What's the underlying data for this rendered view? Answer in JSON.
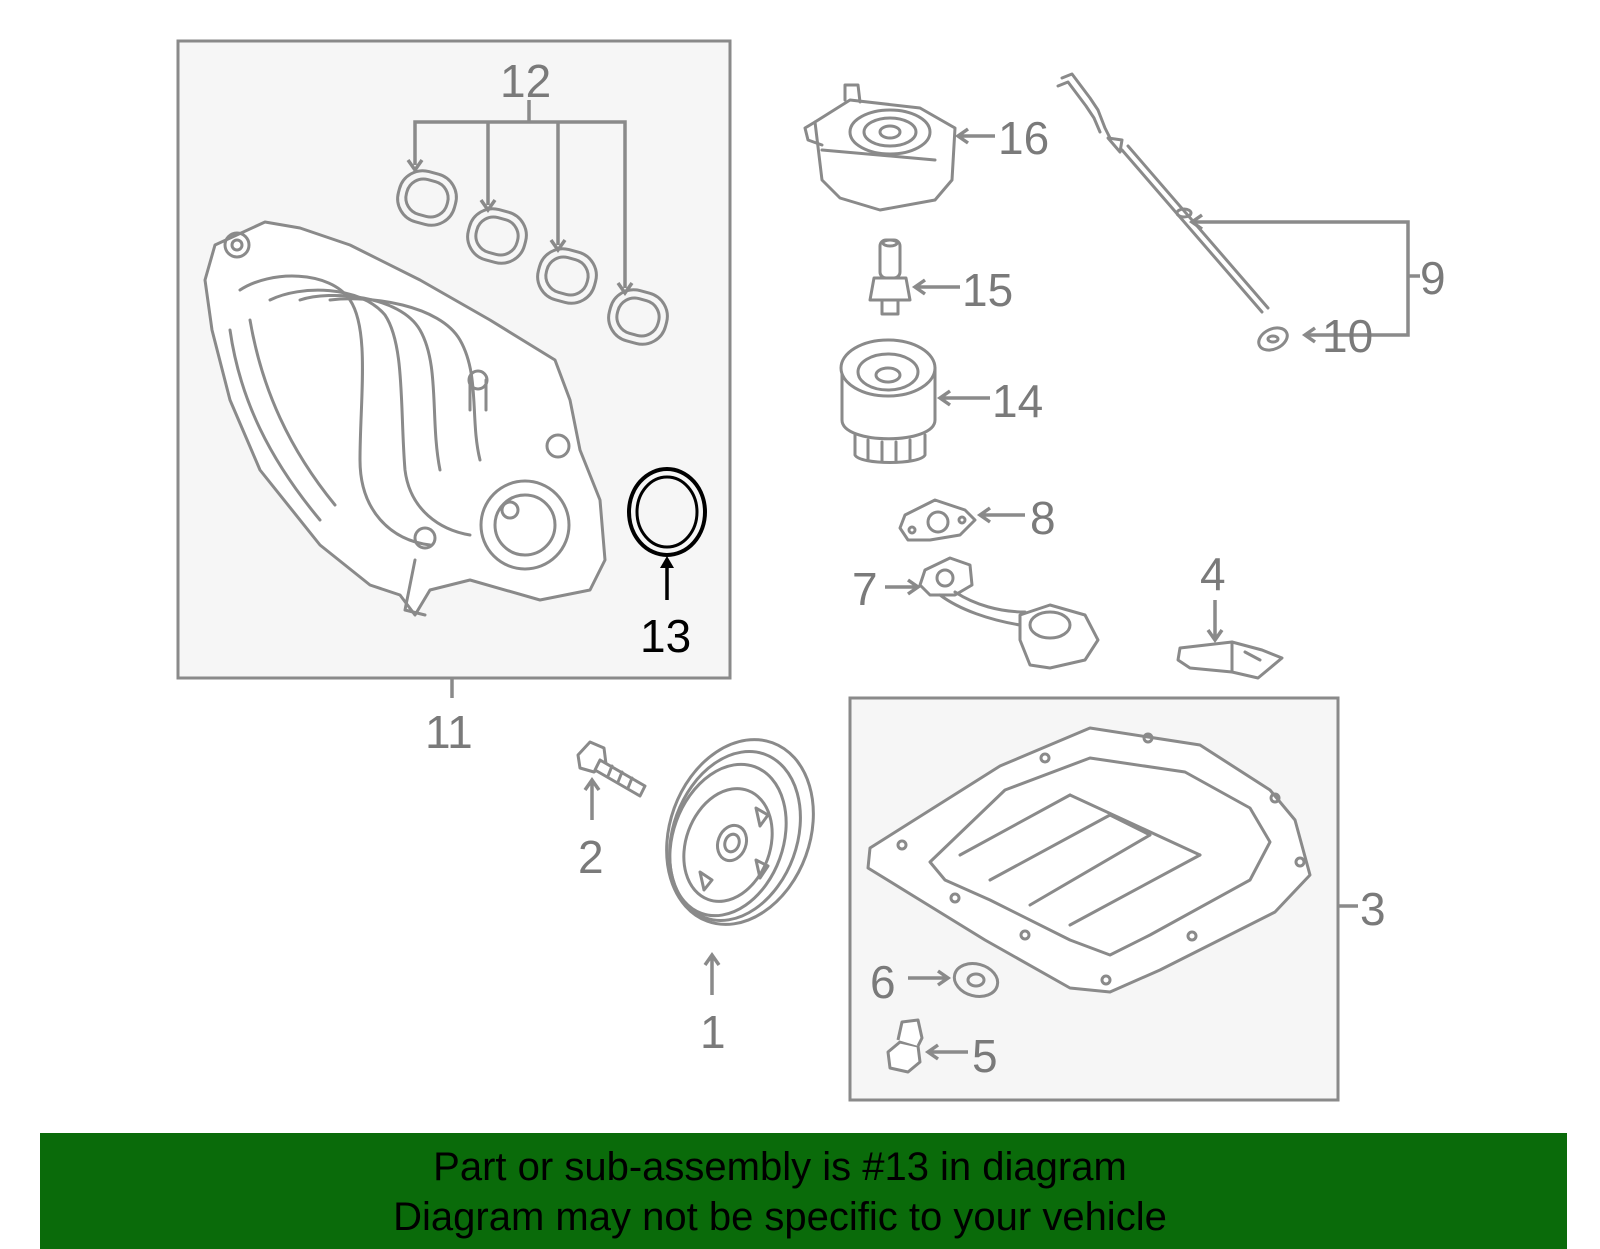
{
  "callouts": {
    "p1": "1",
    "p2": "2",
    "p3": "3",
    "p4": "4",
    "p5": "5",
    "p6": "6",
    "p7": "7",
    "p8": "8",
    "p9": "9",
    "p10": "10",
    "p11": "11",
    "p12": "12",
    "p13": "13",
    "p14": "14",
    "p15": "15",
    "p16": "16"
  },
  "highlight_color": "#000000",
  "part_color": "#8a8a8a",
  "banner": {
    "line1": "Part or sub-assembly is #13 in diagram",
    "line2": "Diagram may not be specific to your vehicle",
    "bg_color": "#0a6b0a"
  }
}
